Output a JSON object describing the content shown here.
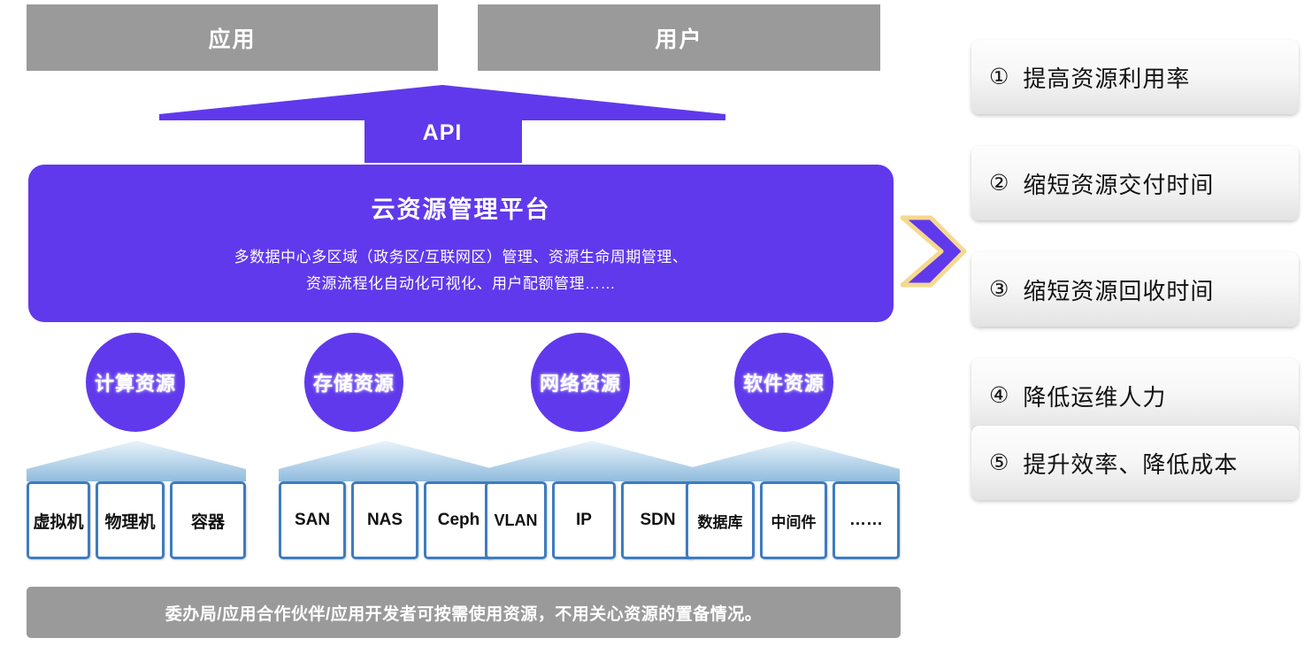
{
  "consumers": [
    {
      "label": "应用"
    },
    {
      "label": "用户"
    }
  ],
  "api": {
    "label": "API"
  },
  "platform": {
    "title": "云资源管理平台",
    "desc_line1": "多数据中心多区域（政务区/互联网区）管理、资源生命周期管理、",
    "desc_line2": "资源流程化自动化可视化、用户配额管理……"
  },
  "resources": [
    {
      "circle": "计算资源",
      "items": [
        {
          "label": "虚拟机"
        },
        {
          "label": "物理机"
        },
        {
          "label": "容器"
        }
      ]
    },
    {
      "circle": "存储资源",
      "items": [
        {
          "label": "SAN"
        },
        {
          "label": "NAS"
        },
        {
          "label": "Ceph"
        }
      ]
    },
    {
      "circle": "网络资源",
      "items": [
        {
          "label": "VLAN"
        },
        {
          "label": "IP"
        },
        {
          "label": "SDN"
        }
      ]
    },
    {
      "circle": "软件资源",
      "items": [
        {
          "label": "数据库"
        },
        {
          "label": "中间件"
        },
        {
          "label": "……"
        }
      ]
    }
  ],
  "benefits": [
    {
      "num": "①",
      "text": "提高资源利用率"
    },
    {
      "num": "②",
      "text": "缩短资源交付时间"
    },
    {
      "num": "③",
      "text": "缩短资源回收时间"
    },
    {
      "num": "④",
      "text": "降低运维人力"
    },
    {
      "num": "⑤",
      "text": "提升效率、降低成本"
    }
  ],
  "banner": {
    "text": "委办局/应用合作伙伴/应用开发者可按需使用资源，不用关心资源的置备情况。"
  },
  "colors": {
    "purple": "#6039ec",
    "gray": "#9a9a9a",
    "leaf_border": "#3e7cc0",
    "chevron_outline": "#f5d98f"
  }
}
